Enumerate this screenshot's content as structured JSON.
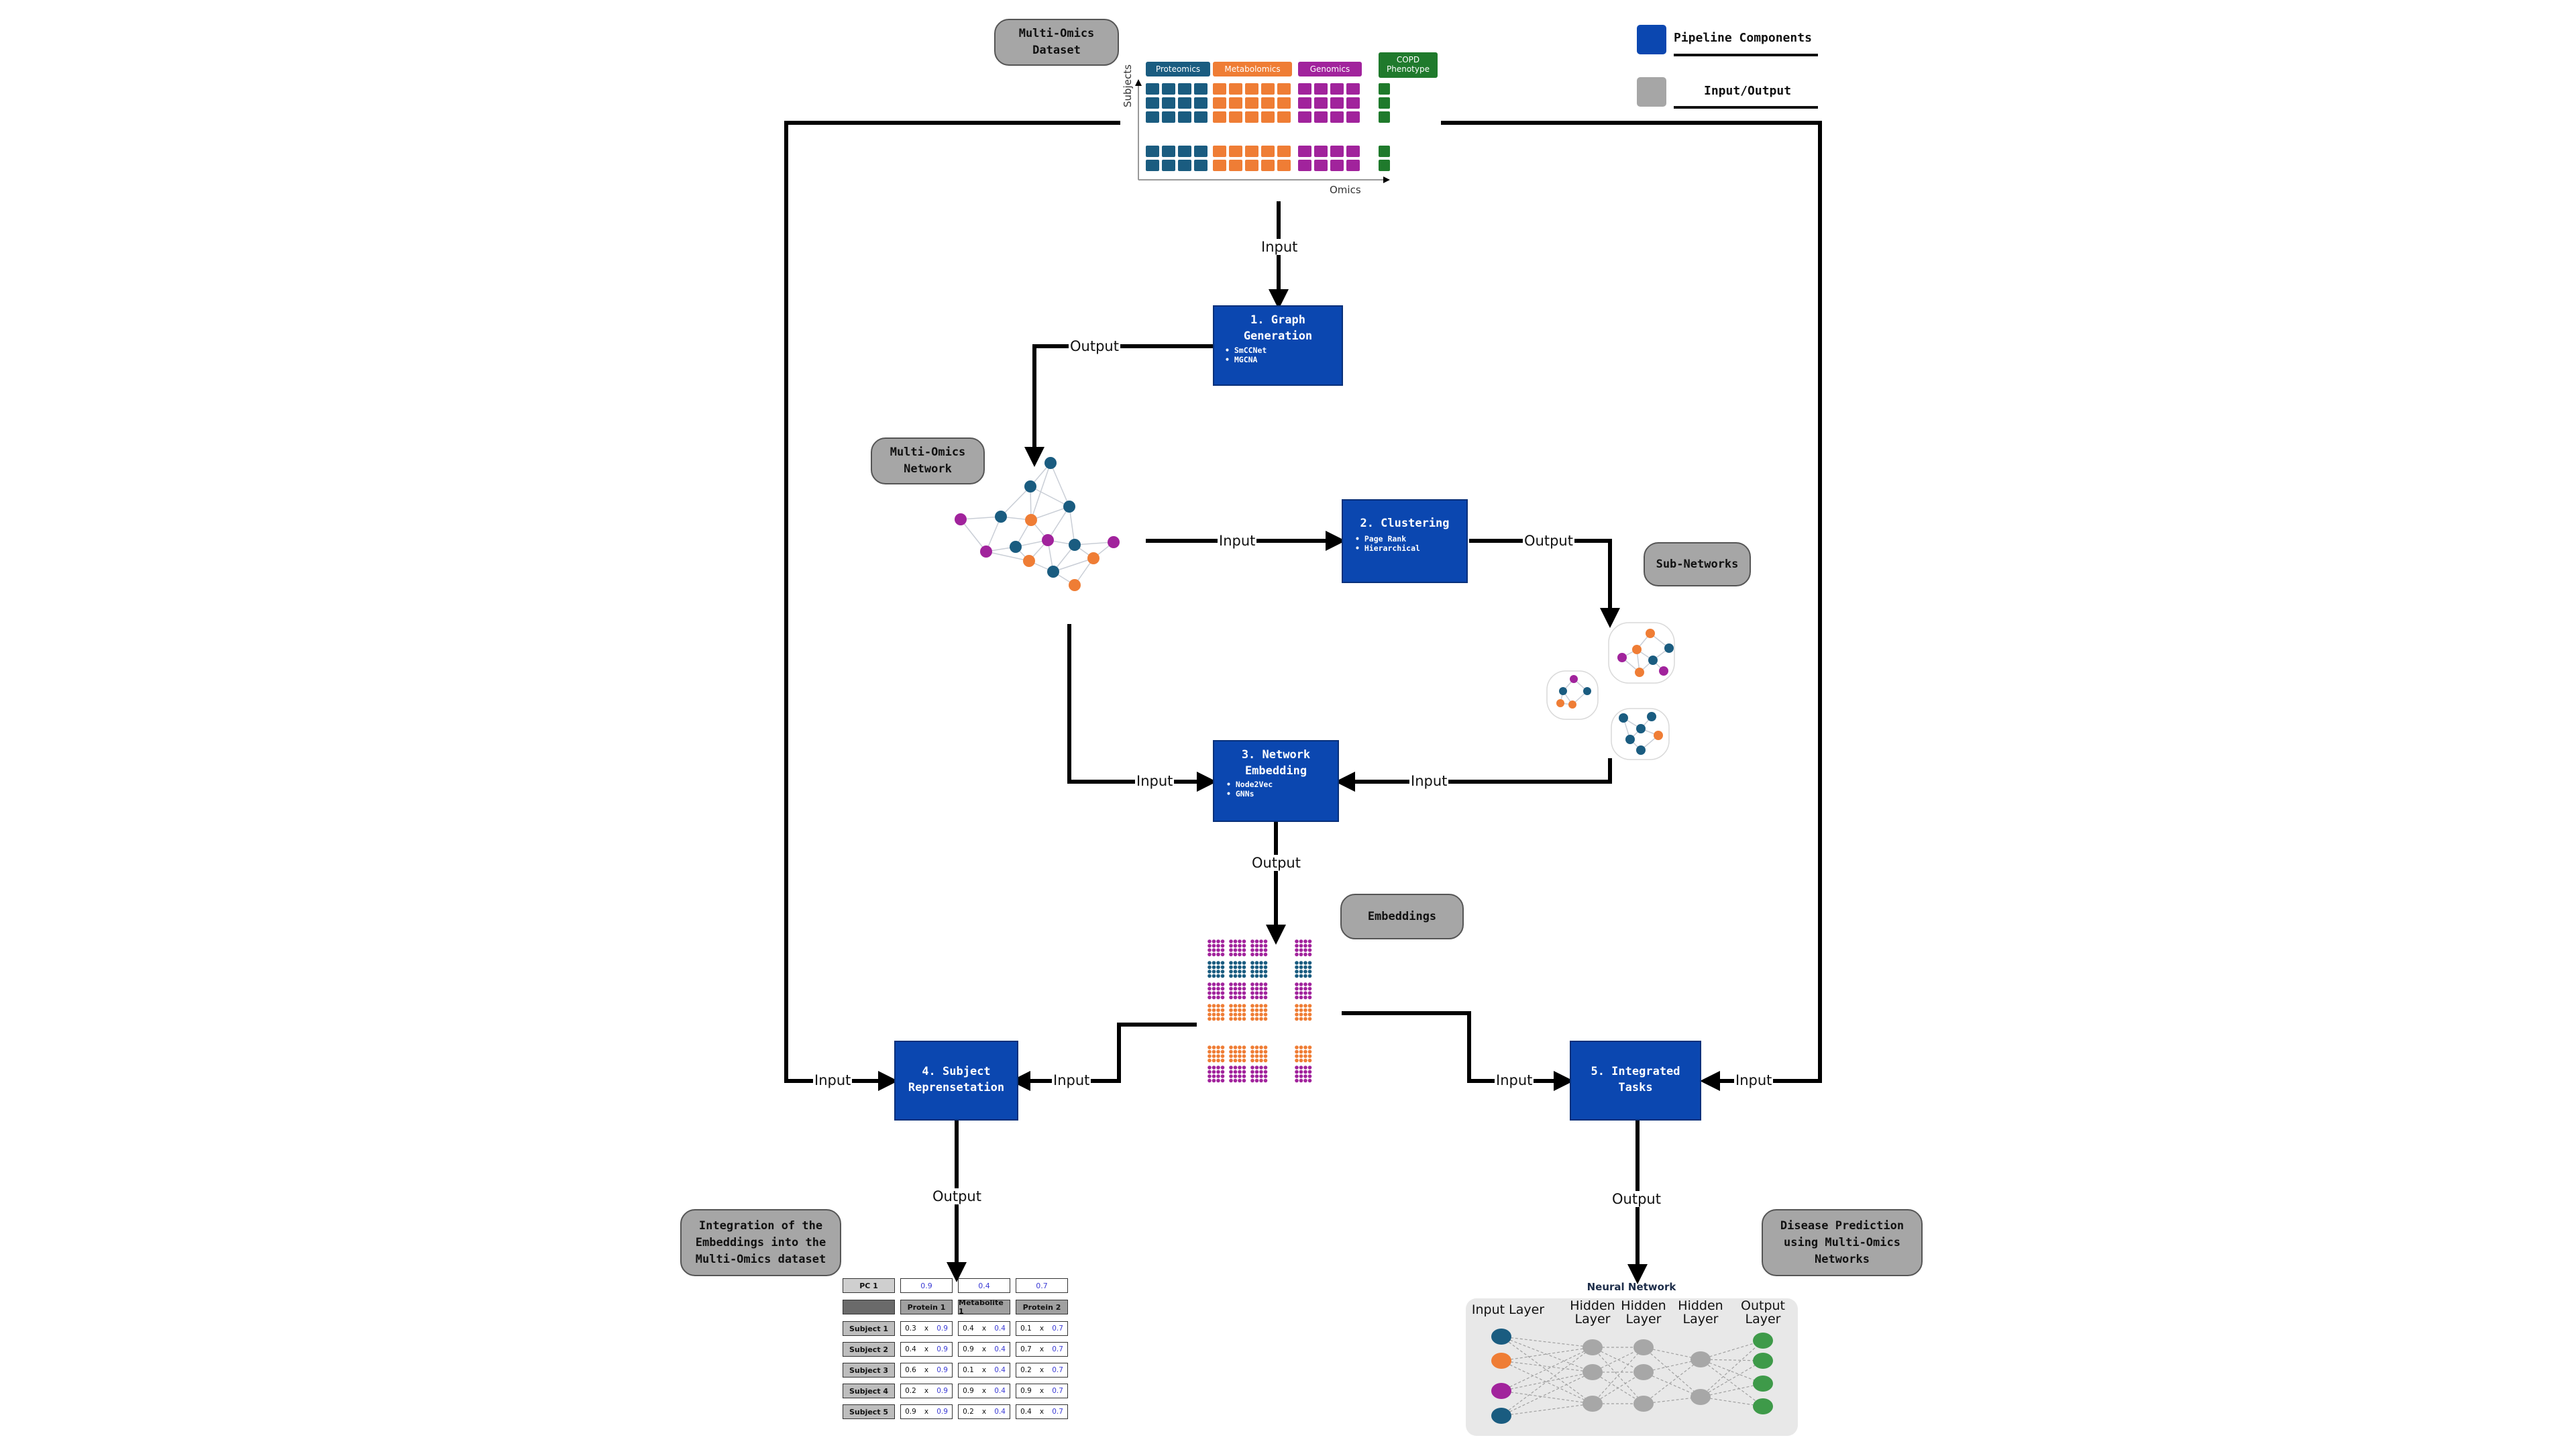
{
  "legend": {
    "pipeline_label": "Pipeline Components",
    "io_label": "Input/Output",
    "pipeline_color": "#0b47b0",
    "io_color": "#a6a6a6"
  },
  "dataset": {
    "pill": "Multi-Omics\nDataset",
    "headers": [
      "Proteomics",
      "Metabolomics",
      "Genomics",
      "COPD\nPhenotype"
    ],
    "header_colors": [
      "#1a5c80",
      "#ef7d35",
      "#a1239c",
      "#1f7a2c"
    ],
    "y_axis": "Subjects",
    "x_axis": "Omics"
  },
  "steps": [
    {
      "title": "1. Graph\nGeneration",
      "bullets": [
        "• SmCCNet",
        "• MGCNA"
      ]
    },
    {
      "title": "2. Clustering",
      "bullets": [
        "• Page Rank",
        "• Hierarchical"
      ]
    },
    {
      "title": "3. Network\nEmbedding",
      "bullets": [
        "• Node2Vec",
        "• GNNs"
      ]
    },
    {
      "title": "4. Subject\nReprensetation",
      "bullets": []
    },
    {
      "title": "5. Integrated\nTasks",
      "bullets": []
    }
  ],
  "pills": {
    "network": "Multi-Omics\nNetwork",
    "subnetworks": "Sub-Networks",
    "embeddings": "Embeddings",
    "integration": "Integration of  the\nEmbeddings into the\nMulti-Omics dataset",
    "disease": "Disease Prediction\nusing Multi-Omics\nNetworks"
  },
  "edge_labels": {
    "input": "Input",
    "output": "Output"
  },
  "table": {
    "pc_label": "PC 1",
    "pc_values": [
      "0.9",
      "0.4",
      "0.7"
    ],
    "columns": [
      "Protein 1",
      "Metabolite 1",
      "Protein 2"
    ],
    "rows": [
      {
        "subject": "Subject 1",
        "cells": [
          [
            "0.3",
            "0.9"
          ],
          [
            "0.4",
            "0.4"
          ],
          [
            "0.1",
            "0.7"
          ]
        ]
      },
      {
        "subject": "Subject 2",
        "cells": [
          [
            "0.4",
            "0.9"
          ],
          [
            "0.9",
            "0.4"
          ],
          [
            "0.7",
            "0.7"
          ]
        ]
      },
      {
        "subject": "Subject 3",
        "cells": [
          [
            "0.6",
            "0.9"
          ],
          [
            "0.1",
            "0.4"
          ],
          [
            "0.2",
            "0.7"
          ]
        ]
      },
      {
        "subject": "Subject 4",
        "cells": [
          [
            "0.2",
            "0.9"
          ],
          [
            "0.9",
            "0.4"
          ],
          [
            "0.9",
            "0.7"
          ]
        ]
      },
      {
        "subject": "Subject 5",
        "cells": [
          [
            "0.9",
            "0.9"
          ],
          [
            "0.2",
            "0.4"
          ],
          [
            "0.4",
            "0.7"
          ]
        ]
      }
    ],
    "times": "x"
  },
  "neural_net": {
    "title": "Neural Network",
    "layers": [
      "Input Layer",
      "Hidden\nLayer",
      "Hidden\nLayer",
      "Hidden\nLayer",
      "Output\nLayer"
    ]
  }
}
